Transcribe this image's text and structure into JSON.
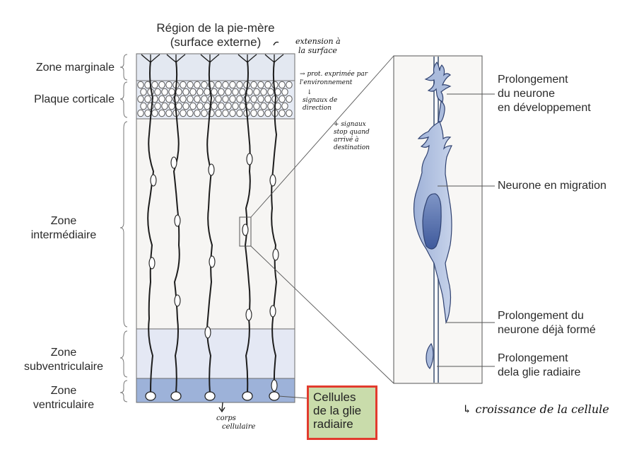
{
  "top_label": [
    "Région de la pie-mère",
    "(surface externe)"
  ],
  "zones": [
    {
      "lines": [
        "Zone marginale"
      ]
    },
    {
      "lines": [
        "Plaque corticale"
      ]
    },
    {
      "lines": [
        "Zone",
        "intermédiaire"
      ]
    },
    {
      "lines": [
        "Zone",
        "subventriculaire"
      ]
    },
    {
      "lines": [
        "Zone",
        "ventriculaire"
      ]
    }
  ],
  "zoom_labels": [
    {
      "lines": [
        "Prolongement",
        "du neurone",
        "en développement"
      ]
    },
    {
      "lines": [
        "Neurone en migration"
      ]
    },
    {
      "lines": [
        "Prolongement du",
        "neurone déjà formé"
      ]
    },
    {
      "lines": [
        "Prolongement",
        "dela glie radiaire"
      ]
    }
  ],
  "callout": {
    "lines": [
      "Cellules",
      "de la glie",
      "radiaire"
    ],
    "border_color": "#e23b2e",
    "fill_color": "#c9dcab"
  },
  "handwritten": {
    "extension": [
      "extension à",
      "la surface"
    ],
    "prot": [
      "→ prot. exprimée par",
      "l'environnement"
    ],
    "signaux_direction": [
      "↓",
      "signaux de",
      "direction"
    ],
    "signaux_stop": [
      "+ signaux",
      "stop quand",
      "arrivé à",
      "destination"
    ],
    "corps": [
      "corps",
      "cellulaire"
    ],
    "croissance": "↳ croissance de la cellule"
  },
  "colors": {
    "zone_marginal": "#e3e8f1",
    "zone_cortical": "#e6ebf5",
    "zone_intermediate": "#f5f4f2",
    "zone_subventricular": "#e3e7f4",
    "zone_ventricular": "#9db2d9",
    "neuron_fill": "#aabbdc",
    "nucleus": "#4f68a8",
    "accent_red": "#e23b2e",
    "callout_green": "#c9dcab"
  }
}
